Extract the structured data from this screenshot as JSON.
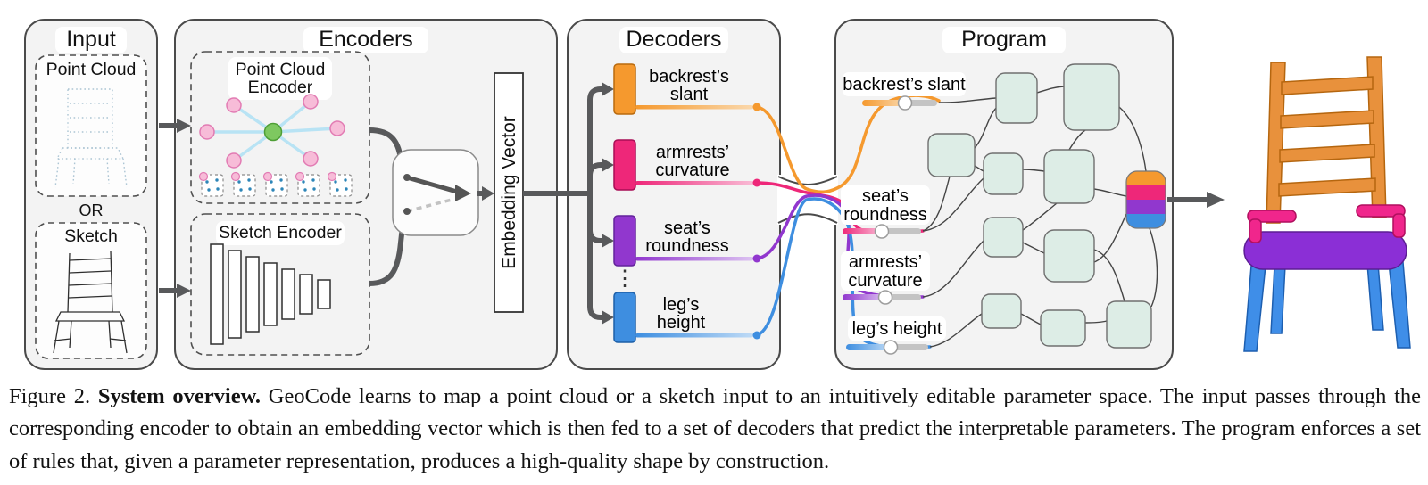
{
  "figure": {
    "input_panel": {
      "title": "Input",
      "point_cloud_label": "Point Cloud",
      "or_label": "OR",
      "sketch_label": "Sketch"
    },
    "encoders_panel": {
      "title": "Encoders",
      "point_cloud_encoder": {
        "lines": [
          "Point Cloud",
          "Encoder"
        ]
      },
      "sketch_encoder_label": "Sketch Encoder",
      "embedding_vector_label": "Embedding Vector"
    },
    "decoders_panel": {
      "title": "Decoders",
      "ellipsis": "⋮",
      "items": [
        {
          "name": "backrest-slant",
          "lines": [
            "backrest’s",
            "slant"
          ],
          "color": "#F5992E"
        },
        {
          "name": "armrests-curvature",
          "lines": [
            "armrests’",
            "curvature"
          ],
          "color": "#EE2779"
        },
        {
          "name": "seat-roundness",
          "lines": [
            "seat’s",
            "roundness"
          ],
          "color": "#9137CE"
        },
        {
          "name": "leg-height",
          "lines": [
            "leg’s",
            "height"
          ],
          "color": "#3E8EE0"
        }
      ]
    },
    "program_panel": {
      "title": "Program",
      "sliders": [
        {
          "name": "backrest-slant",
          "lines": [
            "backrest’s slant"
          ],
          "color": "#F5992E"
        },
        {
          "name": "seat-roundness",
          "lines": [
            "seat’s",
            "roundness"
          ],
          "color": "#EE2779"
        },
        {
          "name": "armrests-curvature",
          "lines": [
            "armrests’",
            "curvature"
          ],
          "color": "#9137CE"
        },
        {
          "name": "leg-height",
          "lines": [
            "leg’s height"
          ],
          "color": "#3E8EE0"
        }
      ]
    },
    "colors": {
      "backrest": "#F5992E",
      "armrests": "#EE2779",
      "seat": "#9137CE",
      "legs": "#3E8EE0",
      "arrow_gray": "#58595B",
      "panel_fill": "#F3F3F3",
      "node_fill": "#DDEDE6"
    }
  },
  "caption": {
    "figure_label": "Figure 2.",
    "bold_title": "System overview.",
    "body": "GeoCode learns to map a point cloud or a sketch input to an intuitively editable parameter space. The input passes through the corresponding encoder to obtain an embedding vector which is then fed to a set of decoders that predict the interpretable parameters. The program enforces a set of rules that, given a parameter representation, produces a high-quality shape by construction."
  }
}
